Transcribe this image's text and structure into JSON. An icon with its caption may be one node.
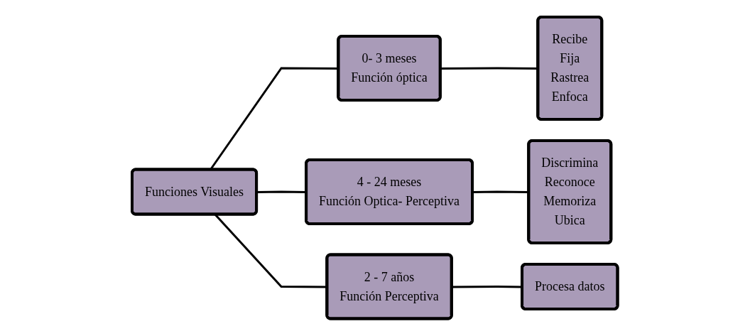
{
  "diagram": {
    "nodes": [
      {
        "text": [
          "Funciones Visuales"
        ]
      },
      {
        "text": [
          "0- 3 meses",
          "Función óptica"
        ]
      },
      {
        "text": [
          "Recibe",
          "Fija",
          "Rastrea",
          "Enfoca"
        ]
      },
      {
        "text": [
          "4 - 24 meses",
          "Función Optica- Perceptiva"
        ]
      },
      {
        "text": [
          "Discrimina",
          "Reconoce",
          "Memoriza",
          "Ubica"
        ]
      },
      {
        "text": [
          "2 - 7 años",
          "Función Perceptiva"
        ]
      },
      {
        "text": [
          "Procesa datos"
        ]
      }
    ],
    "edges": [
      {
        "from": 0,
        "to": 1,
        "arrow": "none"
      },
      {
        "from": 0,
        "to": 3,
        "arrow": "none"
      },
      {
        "from": 0,
        "to": 5,
        "arrow": "none"
      },
      {
        "from": 1,
        "to": 2,
        "arrow": "none"
      },
      {
        "from": 3,
        "to": 4,
        "arrow": "none"
      },
      {
        "from": 5,
        "to": 6,
        "arrow": "none"
      }
    ]
  }
}
